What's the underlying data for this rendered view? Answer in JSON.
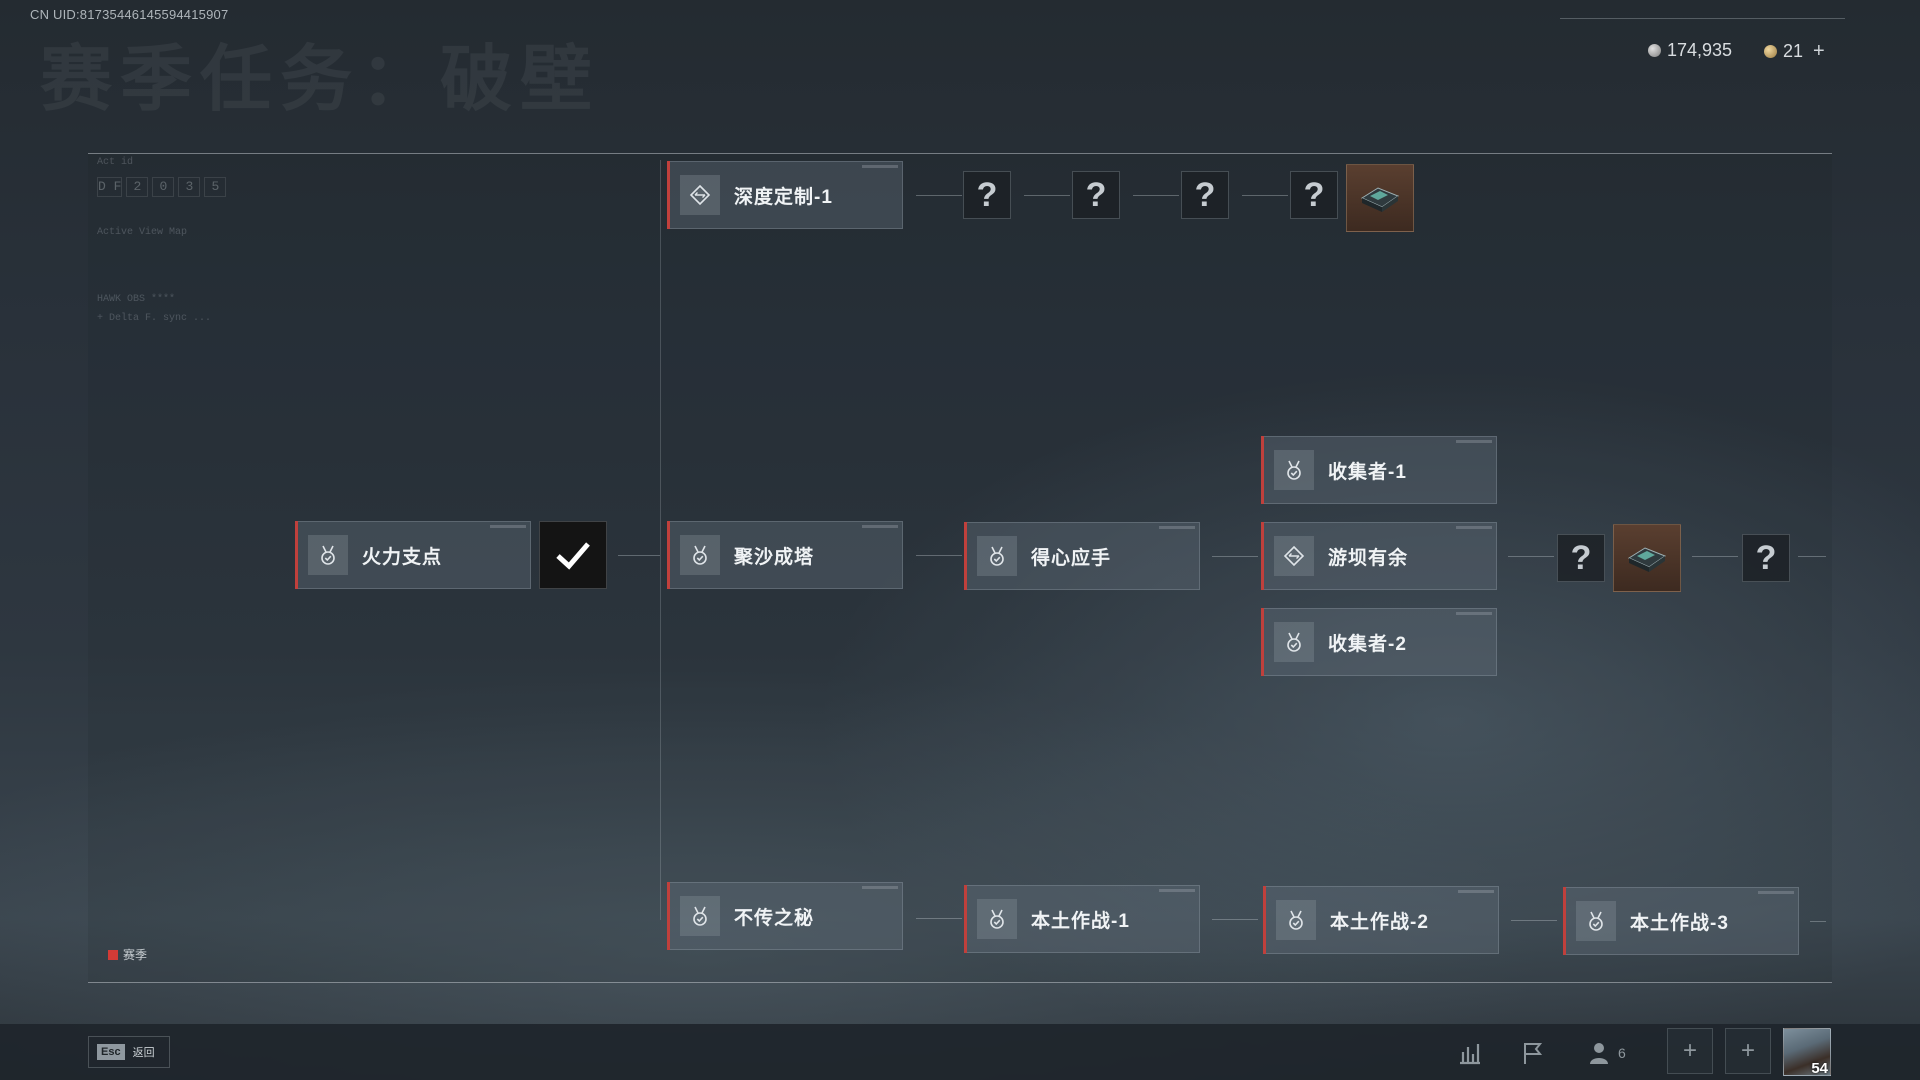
{
  "uid": "CN UID:81735446145594415907",
  "page_title": "赛季任务：破壁",
  "currency": {
    "silver": "174,935",
    "gold": "21"
  },
  "panel_deco": {
    "act_id": "Act id",
    "df_chars": [
      "D F",
      "2",
      "0",
      "3",
      "5"
    ],
    "active_view_map": "Active View Map",
    "hawk": "HAWK OBS ****",
    "delta": "+ Delta F. sync ..."
  },
  "nodes": [
    {
      "id": "deep-custom-1",
      "label": "深度定制-1",
      "icon": "diamond-arrows-icon"
    },
    {
      "id": "firepower",
      "label": "火力支点",
      "icon": "medal-icon"
    },
    {
      "id": "sand-tower",
      "label": "聚沙成塔",
      "icon": "medal-icon"
    },
    {
      "id": "handy",
      "label": "得心应手",
      "icon": "medal-icon"
    },
    {
      "id": "collector-1",
      "label": "收集者-1",
      "icon": "medal-icon"
    },
    {
      "id": "swim-dam",
      "label": "游坝有余",
      "icon": "diamond-arrows-icon"
    },
    {
      "id": "collector-2",
      "label": "收集者-2",
      "icon": "medal-icon"
    },
    {
      "id": "secret",
      "label": "不传之秘",
      "icon": "medal-icon"
    },
    {
      "id": "local-ops-1",
      "label": "本土作战-1",
      "icon": "medal-icon"
    },
    {
      "id": "local-ops-2",
      "label": "本土作战-2",
      "icon": "medal-icon"
    },
    {
      "id": "local-ops-3",
      "label": "本土作战-3",
      "icon": "medal-icon"
    }
  ],
  "unknown_mark": "?",
  "legend": {
    "label": "赛季",
    "color": "#d33b36"
  },
  "bottom": {
    "esc_key": "Esc",
    "esc_label": "返回",
    "friends_count": "6",
    "add": "+",
    "level": "54"
  },
  "accent_color": "#c0403c"
}
